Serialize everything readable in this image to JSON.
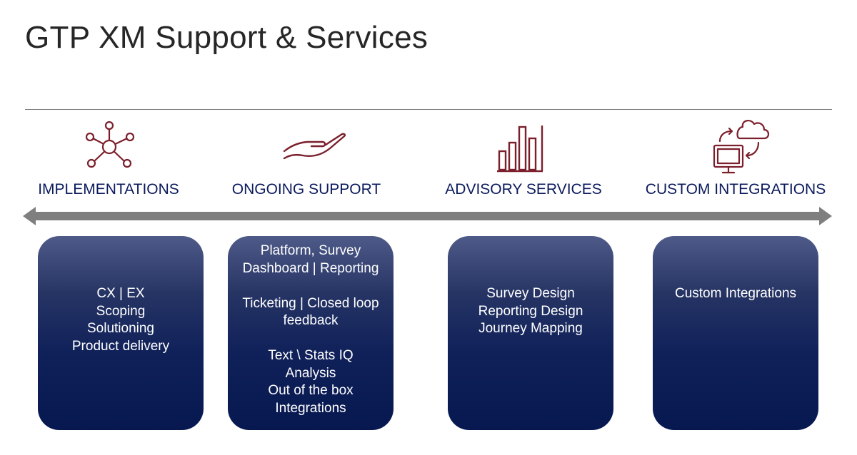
{
  "title": "GTP XM Support & Services",
  "columns": [
    {
      "heading": "IMPLEMENTATIONS",
      "icon": "network-hub-icon",
      "lines": [
        "CX | EX",
        "Scoping",
        "Solutioning",
        "Product delivery"
      ]
    },
    {
      "heading": "ONGOING SUPPORT",
      "icon": "open-hand-icon",
      "lines": [
        "Platform, Survey",
        "Dashboard | Reporting",
        "",
        "Ticketing | Closed loop",
        "feedback",
        "",
        "Text \\ Stats IQ",
        "Analysis",
        "Out of the box",
        "Integrations"
      ]
    },
    {
      "heading": "ADVISORY SERVICES",
      "icon": "bar-chart-icon",
      "lines": [
        "Survey Design",
        "Reporting Design",
        "Journey Mapping"
      ]
    },
    {
      "heading": "CUSTOM INTEGRATIONS",
      "icon": "cloud-monitor-sync-icon",
      "lines": [
        "Custom Integrations"
      ]
    }
  ],
  "colors": {
    "icon": "#7b1f2c",
    "heading": "#0b1a5c",
    "arrow": "#7f7f7f",
    "card_top": "#4e5a88",
    "card_bottom": "#071850"
  }
}
